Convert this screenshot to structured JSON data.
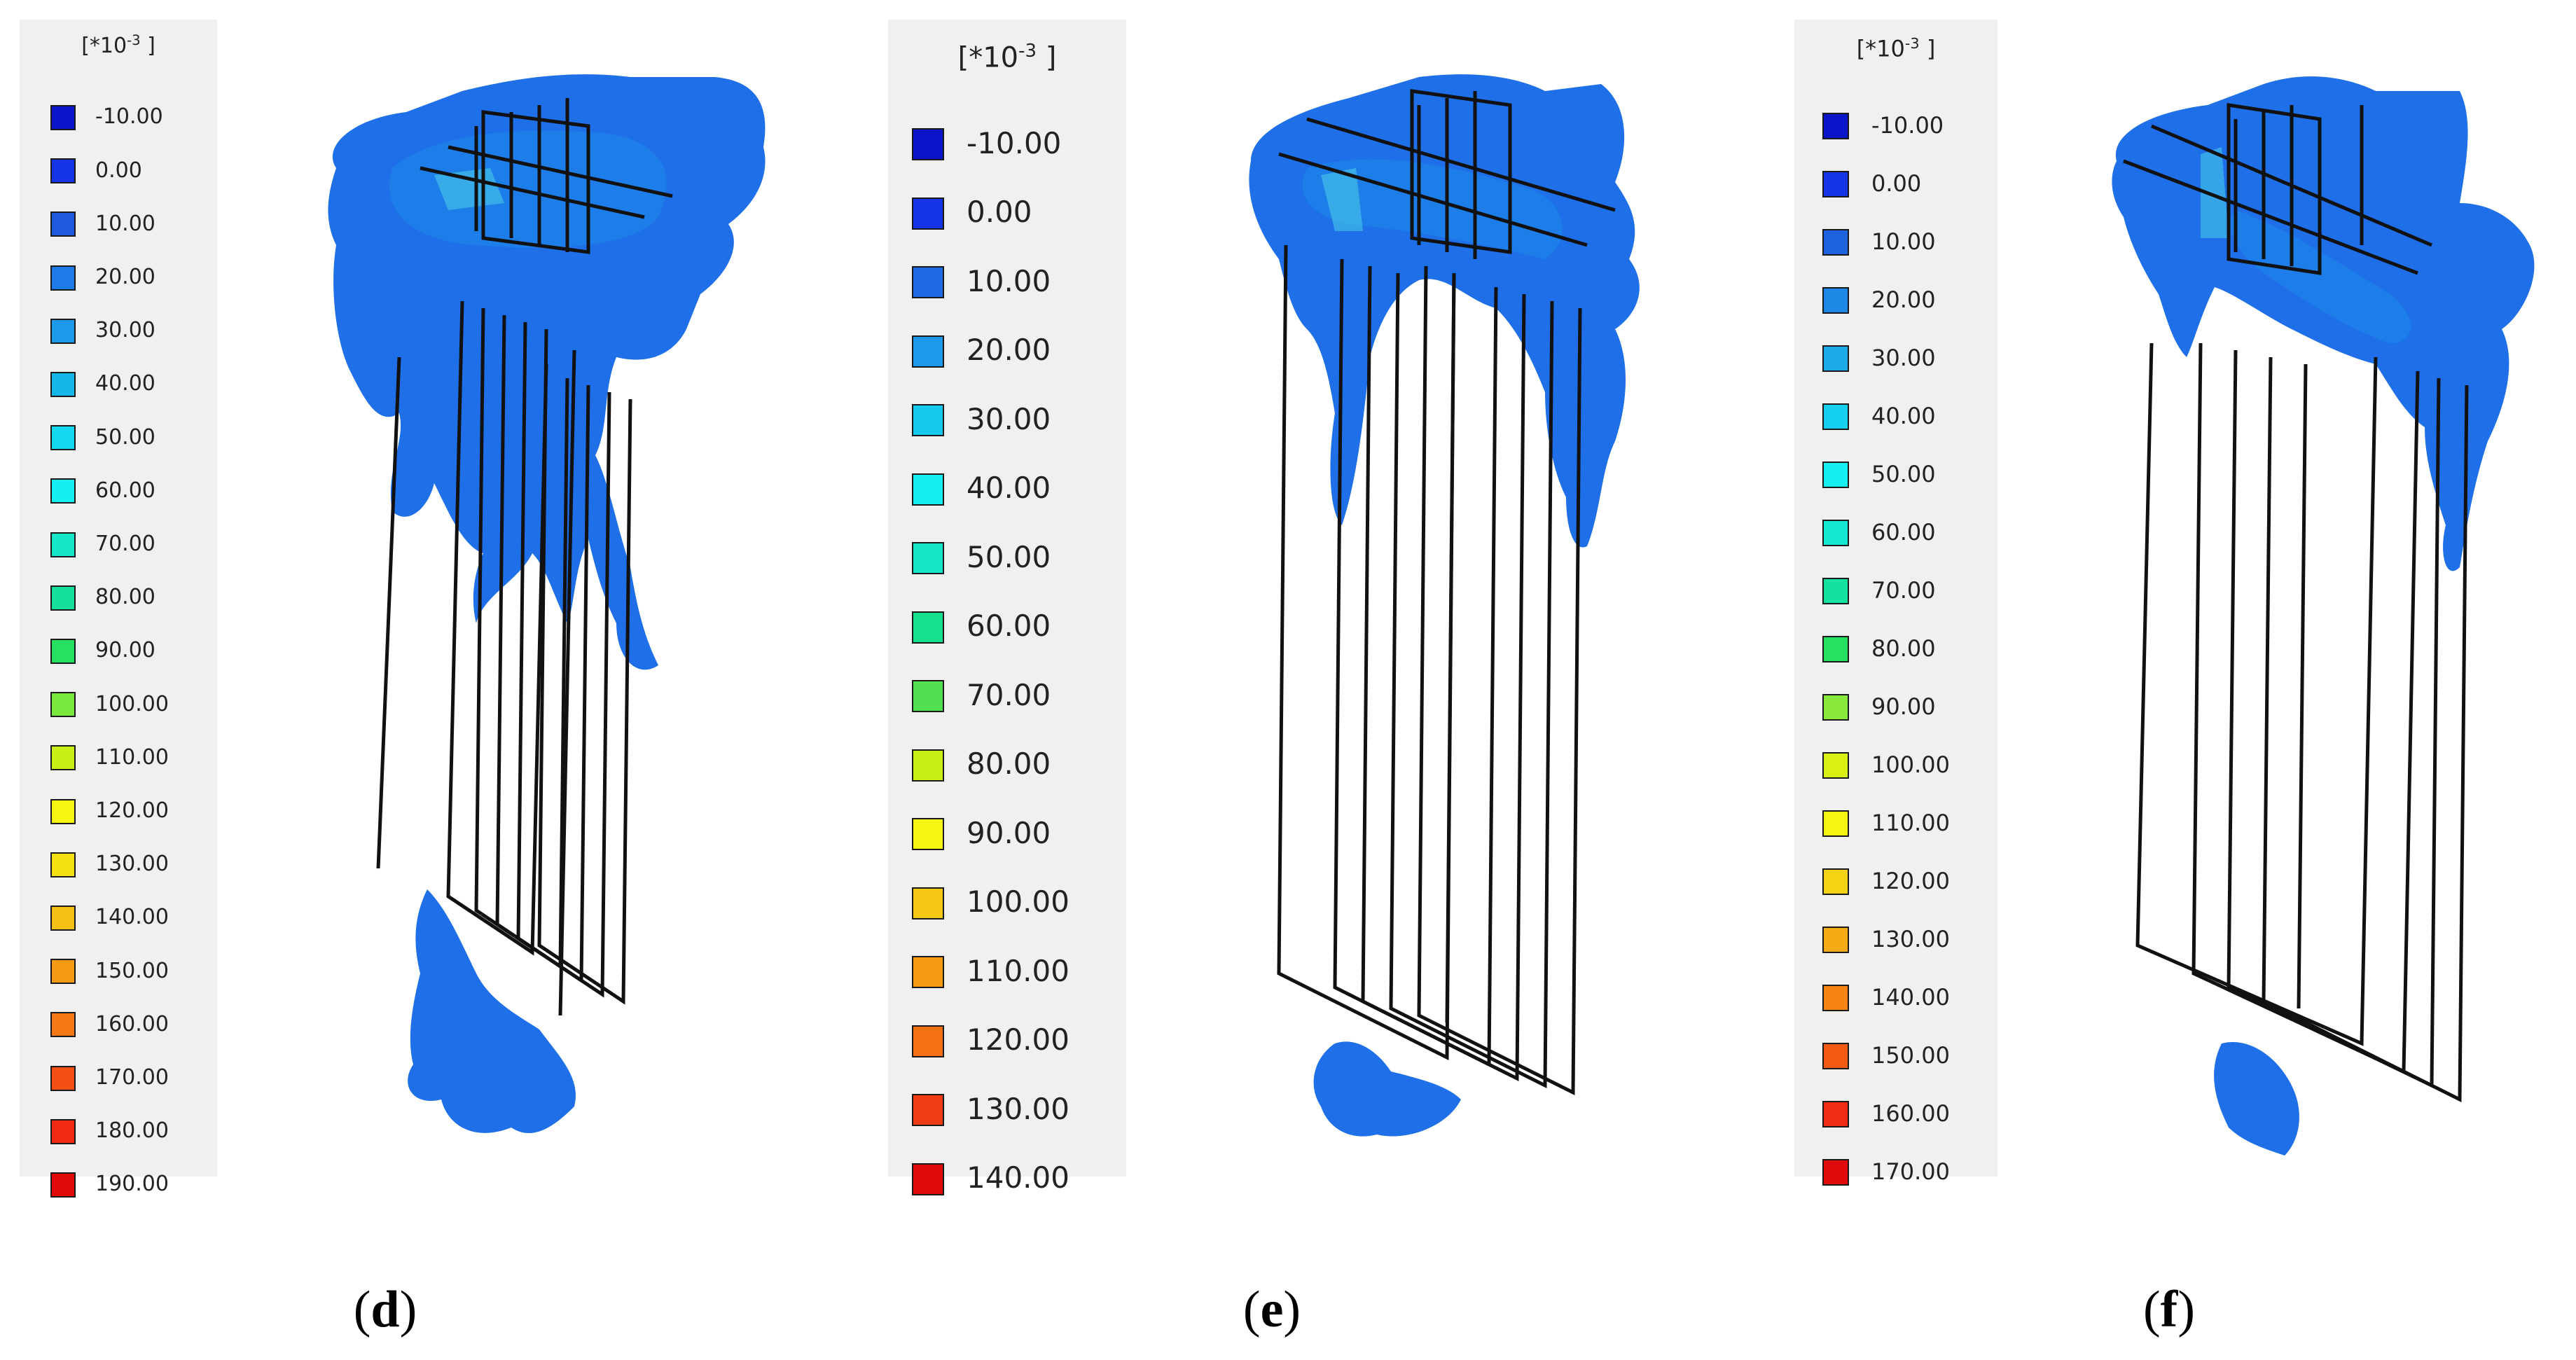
{
  "panels": [
    {
      "id": "d",
      "label": "d",
      "unit_prefix": "[*10",
      "unit_exp": "-3",
      "unit_suffix": " ]",
      "legend": [
        {
          "value": "-10.00",
          "color": "#0a14c8"
        },
        {
          "value": "0.00",
          "color": "#1434e6"
        },
        {
          "value": "10.00",
          "color": "#1e5ae0"
        },
        {
          "value": "20.00",
          "color": "#1e7ae6"
        },
        {
          "value": "30.00",
          "color": "#1e98e8"
        },
        {
          "value": "40.00",
          "color": "#14b8e8"
        },
        {
          "value": "50.00",
          "color": "#14d8f0"
        },
        {
          "value": "60.00",
          "color": "#14f0f0"
        },
        {
          "value": "70.00",
          "color": "#14e8c8"
        },
        {
          "value": "80.00",
          "color": "#14e09a"
        },
        {
          "value": "90.00",
          "color": "#28e060"
        },
        {
          "value": "100.00",
          "color": "#78e83c"
        },
        {
          "value": "110.00",
          "color": "#c8f014"
        },
        {
          "value": "120.00",
          "color": "#f5f514"
        },
        {
          "value": "130.00",
          "color": "#f5e014"
        },
        {
          "value": "140.00",
          "color": "#f5c014"
        },
        {
          "value": "150.00",
          "color": "#f59a14"
        },
        {
          "value": "160.00",
          "color": "#f57814"
        },
        {
          "value": "170.00",
          "color": "#f55014"
        },
        {
          "value": "180.00",
          "color": "#f02814"
        },
        {
          "value": "190.00",
          "color": "#e00a0a"
        }
      ]
    },
    {
      "id": "e",
      "label": "e",
      "unit_prefix": "[*10",
      "unit_exp": "-3",
      "unit_suffix": " ]",
      "legend": [
        {
          "value": "-10.00",
          "color": "#0a14c8"
        },
        {
          "value": "0.00",
          "color": "#1434e6"
        },
        {
          "value": "10.00",
          "color": "#1e6ae2"
        },
        {
          "value": "20.00",
          "color": "#1e98e8"
        },
        {
          "value": "30.00",
          "color": "#14c8ec"
        },
        {
          "value": "40.00",
          "color": "#14f0f0"
        },
        {
          "value": "50.00",
          "color": "#14e8c8"
        },
        {
          "value": "60.00",
          "color": "#14e090"
        },
        {
          "value": "70.00",
          "color": "#50e050"
        },
        {
          "value": "80.00",
          "color": "#c8f014"
        },
        {
          "value": "90.00",
          "color": "#f5f514"
        },
        {
          "value": "100.00",
          "color": "#f5c814"
        },
        {
          "value": "110.00",
          "color": "#f59a14"
        },
        {
          "value": "120.00",
          "color": "#f57014"
        },
        {
          "value": "130.00",
          "color": "#f03c14"
        },
        {
          "value": "140.00",
          "color": "#e00a0a"
        }
      ]
    },
    {
      "id": "f",
      "label": "f",
      "unit_prefix": "[*10",
      "unit_exp": "-3",
      "unit_suffix": " ]",
      "legend": [
        {
          "value": "-10.00",
          "color": "#0a14c8"
        },
        {
          "value": "0.00",
          "color": "#1434e6"
        },
        {
          "value": "10.00",
          "color": "#1e62e0"
        },
        {
          "value": "20.00",
          "color": "#1e88e6"
        },
        {
          "value": "30.00",
          "color": "#1eaae8"
        },
        {
          "value": "40.00",
          "color": "#14d0ee"
        },
        {
          "value": "50.00",
          "color": "#14f0f0"
        },
        {
          "value": "60.00",
          "color": "#14e8d0"
        },
        {
          "value": "70.00",
          "color": "#14e0a0"
        },
        {
          "value": "80.00",
          "color": "#28e060"
        },
        {
          "value": "90.00",
          "color": "#88e83c"
        },
        {
          "value": "100.00",
          "color": "#d8f014"
        },
        {
          "value": "110.00",
          "color": "#f5f514"
        },
        {
          "value": "120.00",
          "color": "#f5d214"
        },
        {
          "value": "130.00",
          "color": "#f5ac14"
        },
        {
          "value": "140.00",
          "color": "#f58414"
        },
        {
          "value": "150.00",
          "color": "#f55a14"
        },
        {
          "value": "160.00",
          "color": "#f02d14"
        },
        {
          "value": "170.00",
          "color": "#e00a0a"
        }
      ]
    }
  ]
}
